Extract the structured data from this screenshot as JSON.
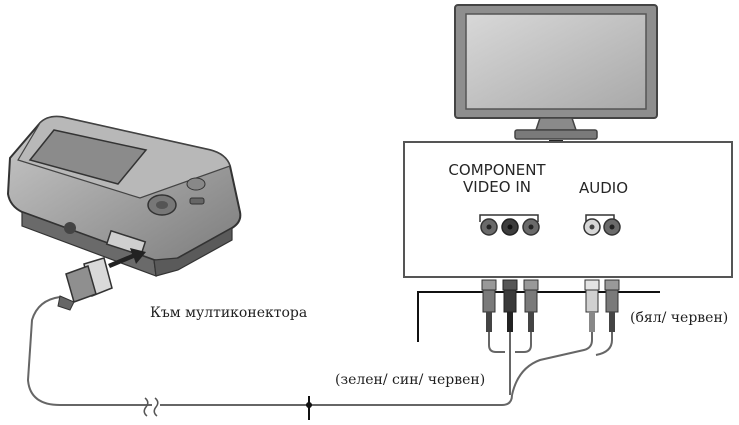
{
  "panel": {
    "component_line1": "COMPONENT",
    "component_line2": "VIDEO IN",
    "audio": "AUDIO"
  },
  "labels": {
    "to_multiconnector": "Към мултиконектора",
    "white_red": "(бял/ червен)",
    "green_blue_red": "(зелен/ син/ червен)"
  },
  "colors": {
    "outline": "#3a3a3a",
    "camera_body": "#9a9a9a",
    "screen": "#c8c8c8",
    "jack_dark": "#555555",
    "jack_light": "#a8a8a8"
  }
}
